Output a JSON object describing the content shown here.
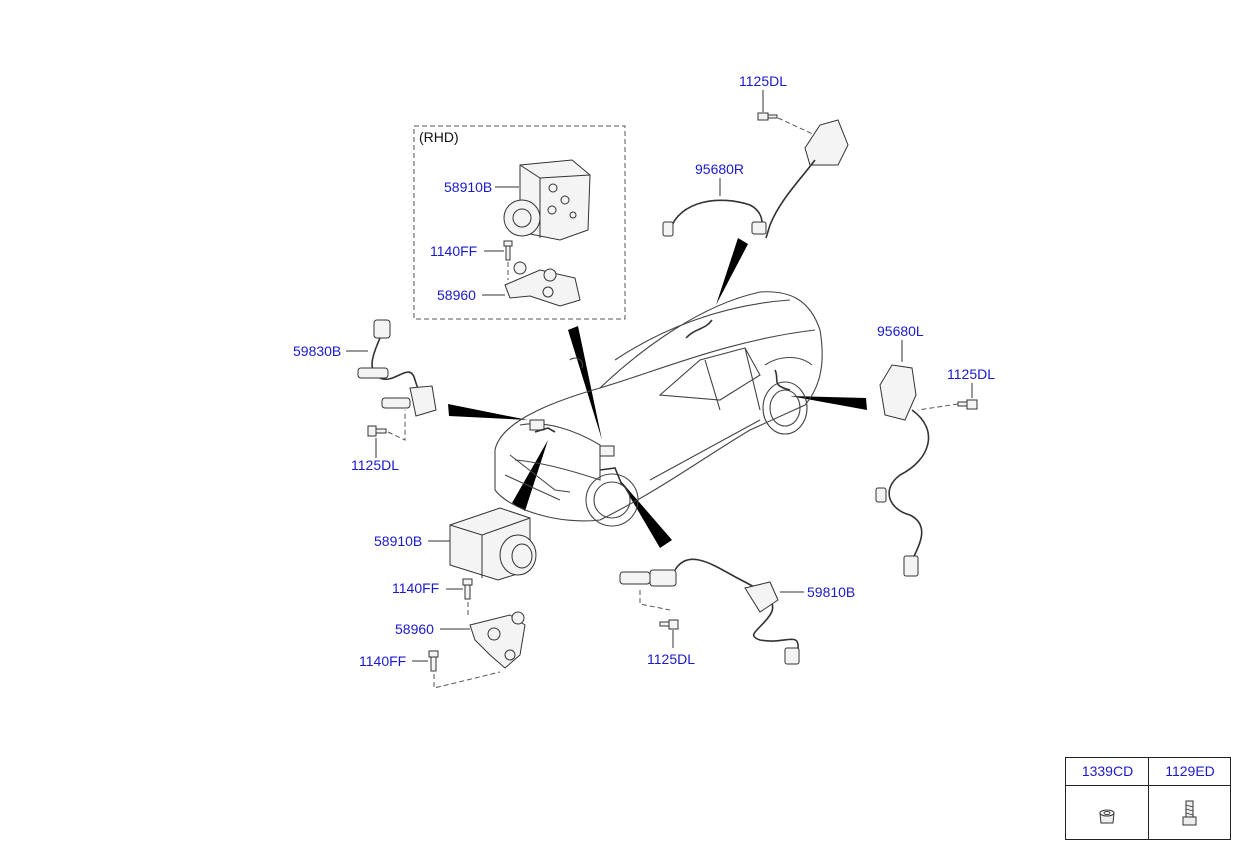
{
  "rhd_box": {
    "title": "(RHD)"
  },
  "labels": {
    "rhd_58910B": "58910B",
    "rhd_1140FF": "1140FF",
    "rhd_58960": "58960",
    "top_1125DL": "1125DL",
    "sensor_95680R": "95680R",
    "sensor_95680L": "95680L",
    "right_1125DL": "1125DL",
    "sensor_59830B": "59830B",
    "left_1125DL": "1125DL",
    "main_58910B": "58910B",
    "main_1140FF_a": "1140FF",
    "main_58960": "58960",
    "main_1140FF_b": "1140FF",
    "sensor_59810B": "59810B",
    "bottom_1125DL": "1125DL"
  },
  "legend": {
    "col1": {
      "code": "1339CD",
      "icon": "nut-icon"
    },
    "col2": {
      "code": "1129ED",
      "icon": "bolt-icon"
    }
  }
}
